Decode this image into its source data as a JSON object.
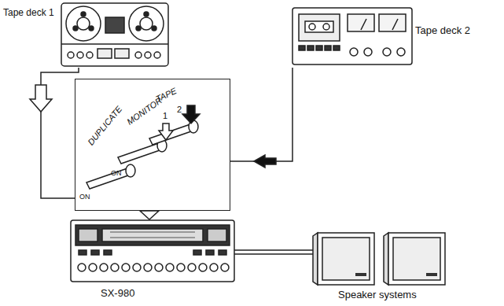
{
  "diagram": {
    "nodes": [
      {
        "text": [
          "Tape deck 1"
        ]
      },
      {
        "text": [
          "Tape deck 2"
        ]
      },
      {
        "text": [
          "TAPE",
          "DUPLICATE",
          "MONITOR",
          "1",
          "2",
          "ON",
          "ON"
        ]
      },
      {
        "text": [
          "SX-980"
        ]
      },
      {
        "text": [
          "Speaker systems"
        ]
      }
    ],
    "edges": [
      {
        "from": 0,
        "to": 2,
        "arrow": "to"
      },
      {
        "from": 1,
        "to": 2,
        "arrow": "to"
      },
      {
        "from": 3,
        "to": 4,
        "arrow": "none"
      }
    ]
  }
}
